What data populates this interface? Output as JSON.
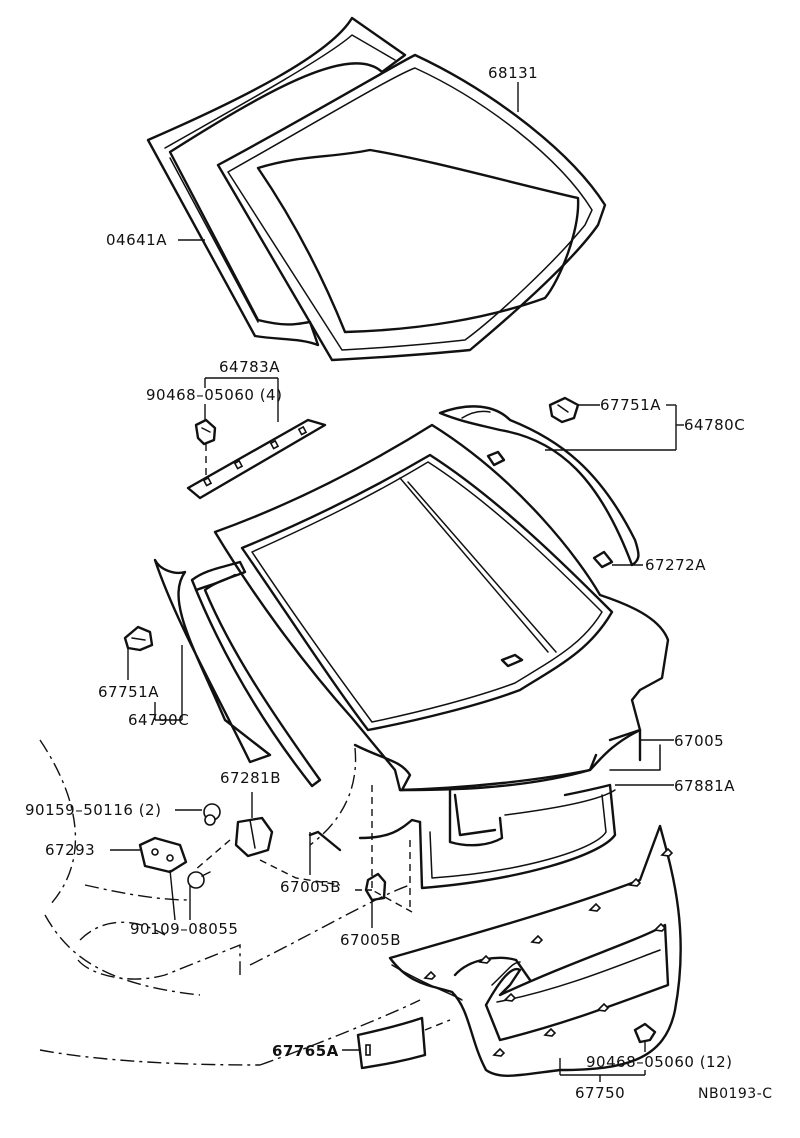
{
  "diagram": {
    "drawing_code": "NB0193-C",
    "part_labels": {
      "p68131": "68131",
      "p04641A": "04641A",
      "p64783A": "64783A",
      "p90468_4": "90468–05060 (4)",
      "p67751A_r": "67751A",
      "p64780C": "64780C",
      "p67272A": "67272A",
      "p67751A_l": "67751A",
      "p64790C": "64790C",
      "p67005": "67005",
      "p67881A": "67881A",
      "p67281B": "67281B",
      "p90159": "90159–50116 (2)",
      "p67293": "67293",
      "p67005B_1": "67005B",
      "p67005B_2": "67005B",
      "p90109": "90109–08055",
      "p67765A": "67765A",
      "p90468_12": "90468–05060 (12)",
      "p67750": "67750"
    }
  }
}
